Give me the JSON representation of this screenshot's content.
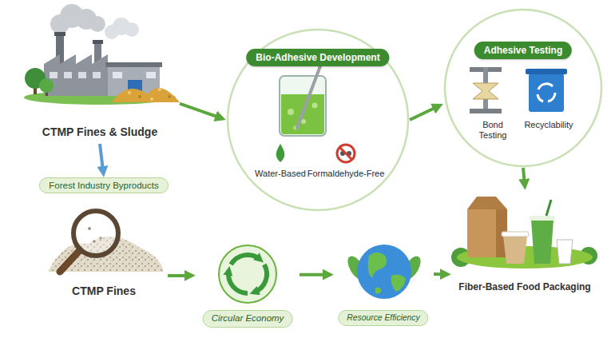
{
  "diagram": {
    "nodes": [
      {
        "text": [
          "CTMP Fines & Sludge"
        ]
      },
      {
        "text": [
          "Forest Industry Byproducts"
        ]
      },
      {
        "text": [
          "CTMP Fines"
        ]
      },
      {
        "text": [
          "Bio-Adhesive Development",
          "Water-Based",
          "Formaldehyde-Free"
        ]
      },
      {
        "text": [
          "Adhesive Testing",
          "Bond Testing",
          "Recyclability"
        ]
      },
      {
        "text": [
          "Fiber-Based Food Packaging"
        ]
      },
      {
        "text": [
          "Circular Economy"
        ]
      },
      {
        "text": [
          "Resource Efficiency"
        ]
      }
    ],
    "edges": [
      {
        "from": 0,
        "to": 3,
        "arrow": "to"
      },
      {
        "from": 0,
        "to": 1,
        "arrow": "to"
      },
      {
        "from": 3,
        "to": 4,
        "arrow": "to"
      },
      {
        "from": 4,
        "to": 5,
        "arrow": "to"
      },
      {
        "from": 2,
        "to": 6,
        "arrow": "to"
      },
      {
        "from": 6,
        "to": 7,
        "arrow": "to"
      },
      {
        "from": 7,
        "to": 5,
        "arrow": "to"
      }
    ]
  }
}
